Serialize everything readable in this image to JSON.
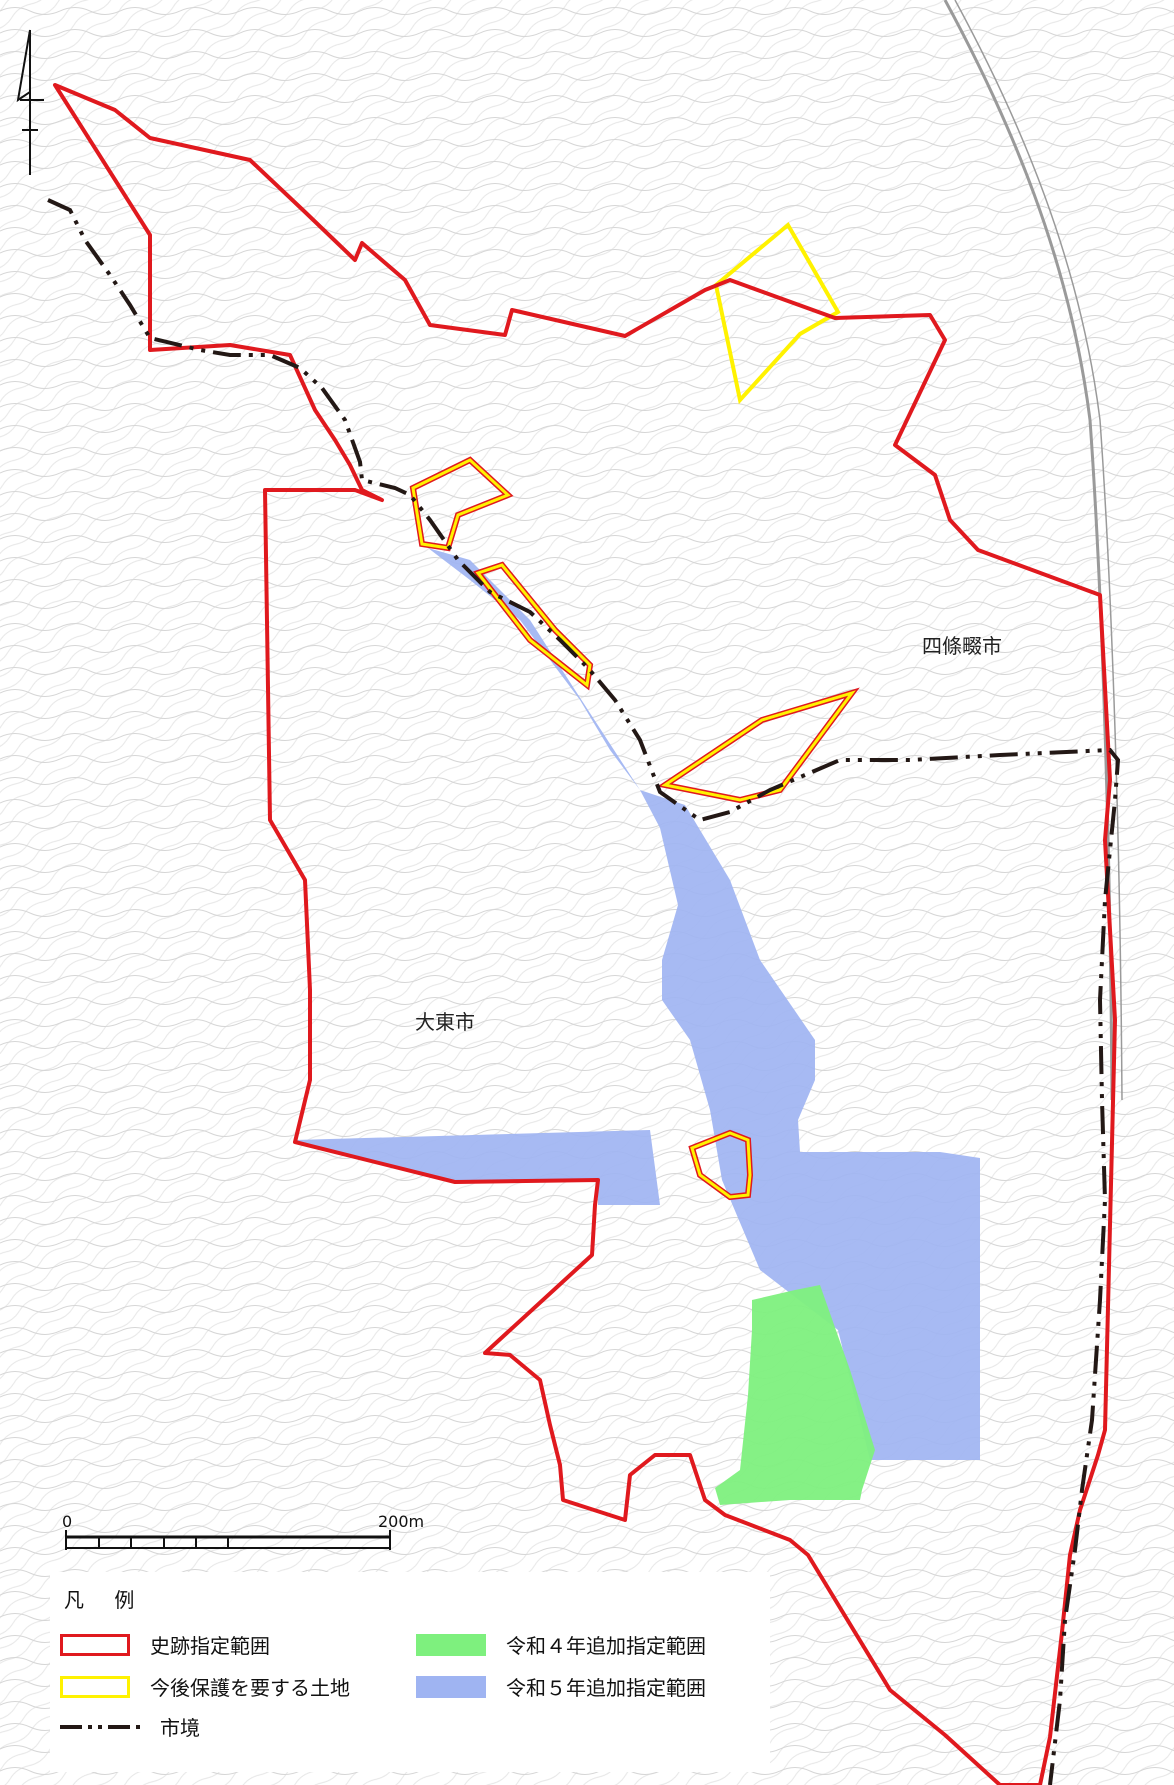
{
  "map": {
    "north_arrow": "north-arrow",
    "labels": {
      "shijonawate": "四條畷市",
      "daito": "大東市"
    },
    "scale": {
      "start": "0",
      "end": "200m"
    },
    "colors": {
      "designated_outline": "#e0191e",
      "future_protection_outline": "#fff200",
      "reiwa4_fill": "#7ef07e",
      "reiwa5_fill": "#9fb4f2",
      "city_border": "#231815",
      "contour": "#c8c8c8"
    }
  },
  "legend": {
    "title": "凡 例",
    "items": [
      {
        "label": "史跡指定範囲"
      },
      {
        "label": "今後保護を要する土地"
      },
      {
        "label": "市境"
      },
      {
        "label": "令和４年追加指定範囲"
      },
      {
        "label": "令和５年追加指定範囲"
      }
    ]
  }
}
